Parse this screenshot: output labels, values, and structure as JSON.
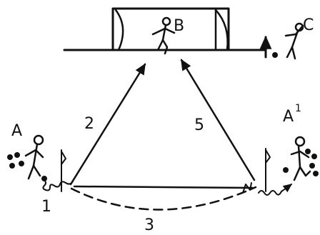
{
  "labels": {
    "goalkeeper": "B",
    "player_c": "C",
    "player_a": "A",
    "player_a1": "A",
    "player_a1_sup": "1",
    "step_1": "1",
    "step_2": "2",
    "step_3": "3",
    "step_5": "5"
  },
  "colors": {
    "ink": "#111111",
    "background": "#ffffff"
  },
  "icons": [
    "goal-icon",
    "stick-figure-icon",
    "ball-icon",
    "flag-pole-icon",
    "arrow-icon"
  ]
}
